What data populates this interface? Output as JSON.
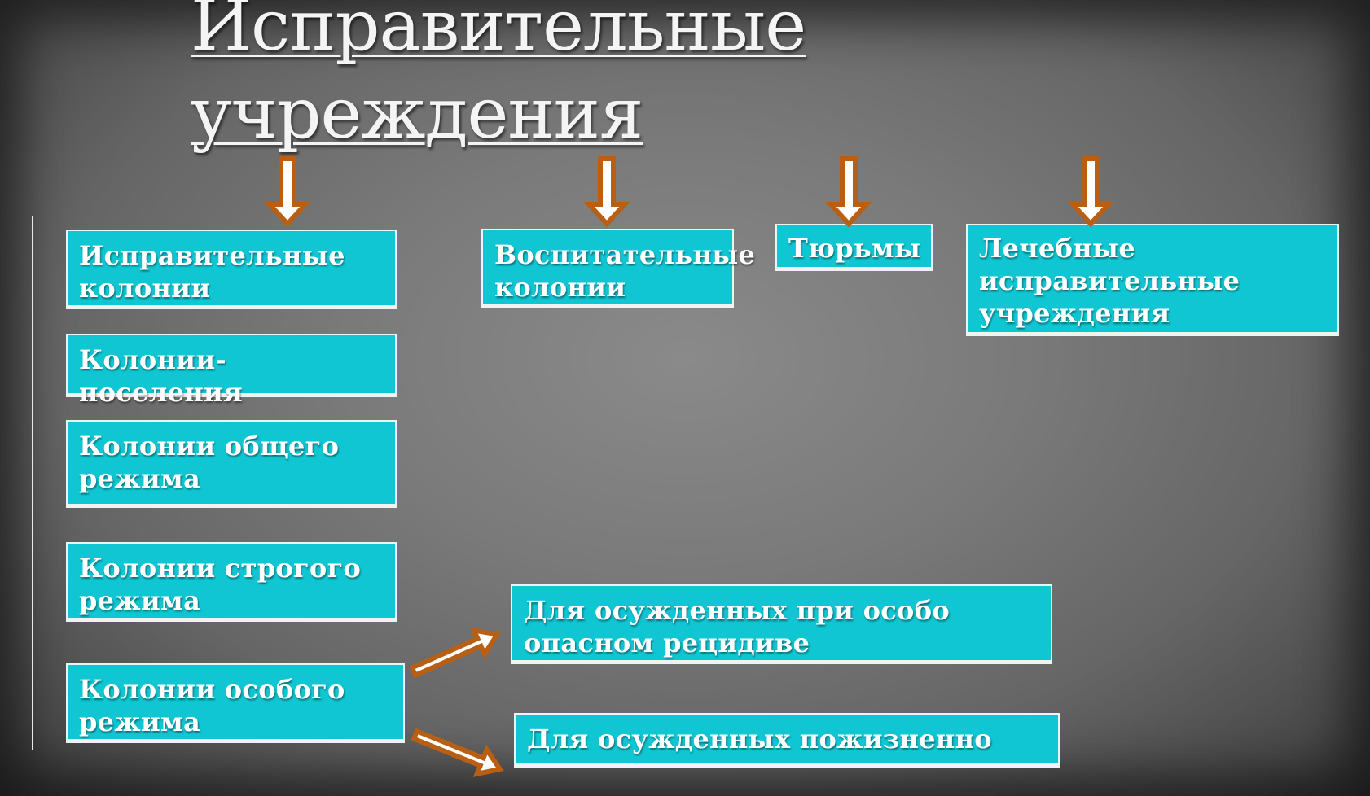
{
  "title": "Исправительные учреждения",
  "categories": [
    "Исправительные колонии",
    "Воспитательные колонии",
    "Тюрьмы",
    "Лечебные исправительные учреждения"
  ],
  "colony_types": [
    "Колонии-поселения",
    "Колонии общего режима",
    "Колонии строгого режима",
    "Колонии особого режима"
  ],
  "special_regime_subtypes": [
    "Для осужденных при особо опасном рецидиве",
    "Для осужденных  пожизненно"
  ],
  "colors": {
    "box_fill": "#10c6d3",
    "arrow_fill": "#ffffff",
    "arrow_outline": "#b85f14"
  }
}
